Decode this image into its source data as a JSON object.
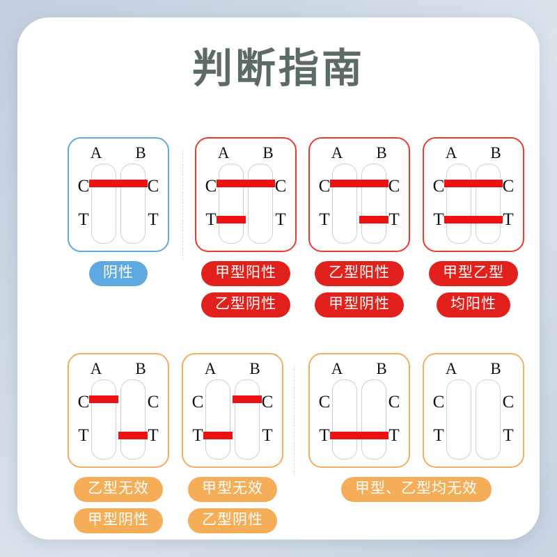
{
  "page": {
    "title": "判断指南",
    "title_color": "#5c6b68",
    "background_color": "#ccd8e4",
    "panel_color": "#ffffff"
  },
  "colors": {
    "negative_blue": "#5ea9e2",
    "positive_red": "#e2211c",
    "invalid_orange": "#f5ad57",
    "band_red": "#ee1111",
    "window_border": "#cfcfcf"
  },
  "legend": {
    "window_a": "A",
    "window_b": "B",
    "control_line": "C",
    "test_line": "T"
  },
  "cases": [
    {
      "id": "negative",
      "accent": "blue",
      "window_a": {
        "label": "A",
        "c_line": true,
        "t_line": false
      },
      "window_b": {
        "label": "B",
        "c_line": true,
        "t_line": false
      },
      "left_labels": {
        "c": "C",
        "t": "T"
      },
      "right_labels": {
        "c": "C",
        "t": "T"
      },
      "pills": [
        "阴性"
      ]
    },
    {
      "id": "flu-a-positive",
      "accent": "red",
      "window_a": {
        "label": "A",
        "c_line": true,
        "t_line": true
      },
      "window_b": {
        "label": "B",
        "c_line": true,
        "t_line": false
      },
      "left_labels": {
        "c": "C",
        "t": "T"
      },
      "right_labels": {
        "c": "C",
        "t": "T"
      },
      "pills": [
        "甲型阳性",
        "乙型阴性"
      ]
    },
    {
      "id": "flu-b-positive",
      "accent": "red",
      "window_a": {
        "label": "A",
        "c_line": true,
        "t_line": false
      },
      "window_b": {
        "label": "B",
        "c_line": true,
        "t_line": true
      },
      "left_labels": {
        "c": "C",
        "t": "T"
      },
      "right_labels": {
        "c": "C",
        "t": "T"
      },
      "pills": [
        "乙型阳性",
        "甲型阴性"
      ]
    },
    {
      "id": "both-positive",
      "accent": "red",
      "window_a": {
        "label": "A",
        "c_line": true,
        "t_line": true
      },
      "window_b": {
        "label": "B",
        "c_line": true,
        "t_line": true
      },
      "left_labels": {
        "c": "C",
        "t": "T"
      },
      "right_labels": {
        "c": "C",
        "t": "T"
      },
      "pills": [
        "甲型乙型",
        "均阳性"
      ]
    },
    {
      "id": "flu-b-invalid",
      "accent": "orange",
      "window_a": {
        "label": "A",
        "c_line": true,
        "t_line": false
      },
      "window_b": {
        "label": "B",
        "c_line": false,
        "t_line": true
      },
      "left_labels": {
        "c": "C",
        "t": "T"
      },
      "right_labels": {
        "c": "C",
        "t": "T"
      },
      "pills": [
        "乙型无效",
        "甲型阴性"
      ]
    },
    {
      "id": "flu-a-invalid",
      "accent": "orange",
      "window_a": {
        "label": "A",
        "c_line": false,
        "t_line": true
      },
      "window_b": {
        "label": "B",
        "c_line": true,
        "t_line": false
      },
      "left_labels": {
        "c": "C",
        "t": "T"
      },
      "right_labels": {
        "c": "C",
        "t": "T"
      },
      "pills": [
        "甲型无效",
        "乙型阴性"
      ]
    },
    {
      "id": "both-invalid-t-only",
      "accent": "orange",
      "window_a": {
        "label": "A",
        "c_line": false,
        "t_line": true
      },
      "window_b": {
        "label": "B",
        "c_line": false,
        "t_line": true
      },
      "left_labels": {
        "c": "C",
        "t": "T"
      },
      "right_labels": {
        "c": "C",
        "t": "T"
      },
      "pills": []
    },
    {
      "id": "both-invalid-blank",
      "accent": "orange",
      "window_a": {
        "label": "A",
        "c_line": false,
        "t_line": false
      },
      "window_b": {
        "label": "B",
        "c_line": false,
        "t_line": false
      },
      "left_labels": {
        "c": "C",
        "t": "T"
      },
      "right_labels": {
        "c": "C",
        "t": "T"
      },
      "pills": []
    }
  ],
  "shared_pill": {
    "text": "甲型、乙型均无效",
    "accent": "orange"
  }
}
